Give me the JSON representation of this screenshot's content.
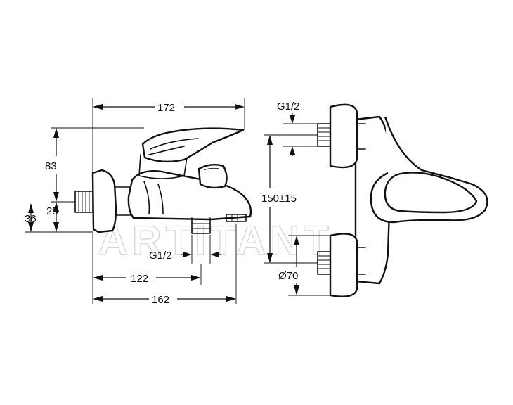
{
  "watermark": "ARTITANT",
  "dimensions": {
    "total_width": "172",
    "height_83": "83",
    "height_25": "25",
    "height_36": "36",
    "outlet_thread": "G1/2",
    "width_122": "122",
    "width_162": "162",
    "inlet_thread": "G1/2",
    "center_distance": "150±15",
    "escutcheon_diameter": "Ø70"
  }
}
